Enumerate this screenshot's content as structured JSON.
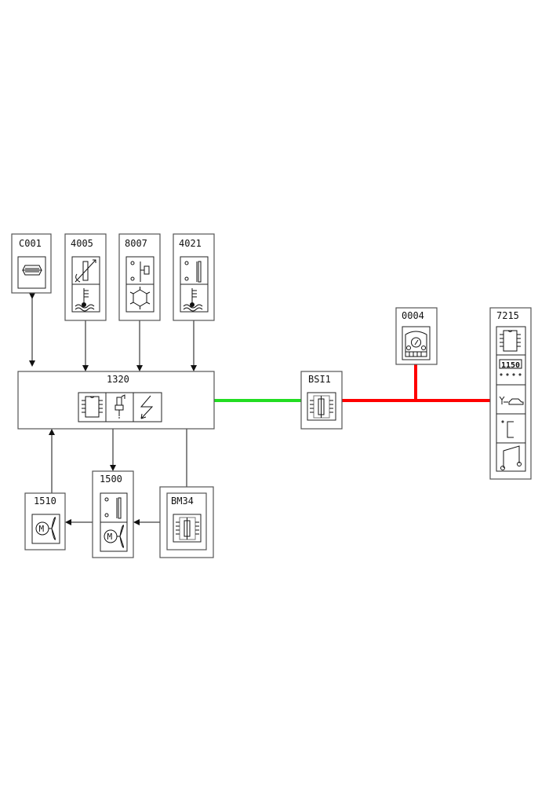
{
  "modules": {
    "c001": "C001",
    "m4005": "4005",
    "m8007": "8007",
    "m4021": "4021",
    "m1320": "1320",
    "bsi1": "BSI1",
    "m0004": "0004",
    "m7215": "7215",
    "m1500": "1500",
    "m1510": "1510",
    "bm34": "BM34"
  },
  "display_readout": "1150",
  "colors": {
    "green_bus": "#22dd22",
    "red_bus": "#ff0000"
  }
}
